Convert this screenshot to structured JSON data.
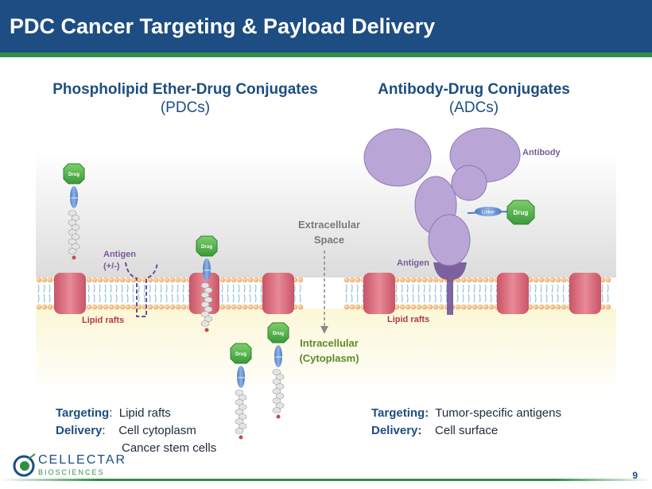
{
  "slide": {
    "title": "PDC Cancer Targeting & Payload Delivery",
    "page_number": "9"
  },
  "left": {
    "title": "Phospholipid Ether-Drug Conjugates",
    "subtitle": "(PDCs)",
    "antigen_label_line1": "Antigen",
    "antigen_label_line2": "(+/-)",
    "lipid_rafts_label": "Lipid rafts"
  },
  "right": {
    "title": "Antibody-Drug Conjugates",
    "subtitle": "(ADCs)",
    "antibody_label": "Antibody",
    "antigen_label": "Antigen",
    "lipid_rafts_label": "Lipid rafts"
  },
  "center": {
    "extracellular_line1": "Extracellular",
    "extracellular_line2": "Space",
    "intracellular_line1": "Intracellular",
    "intracellular_line2": "(Cytoplasm)"
  },
  "molecule": {
    "drug_label": "Drug",
    "linker_label": "Linker"
  },
  "bottom_left": {
    "targeting_label": "Targeting",
    "targeting_value": "Lipid rafts",
    "delivery_label": "Delivery",
    "delivery_value": "Cell cytoplasm",
    "delivery_value_2": "Cancer stem cells"
  },
  "bottom_right": {
    "targeting_label": "Targeting:",
    "targeting_value": "Tumor-specific antigens",
    "delivery_label": "Delivery:",
    "delivery_value": "Cell surface"
  },
  "logo": {
    "name": "CELLECTAR",
    "tagline": "BIOSCIENCES"
  },
  "colors": {
    "title_bar": "#1d4d82",
    "accent_green": "#2f8f46",
    "drug": "#4caf50",
    "lipid_raft": "#d9677a",
    "antibody": "#a58fc4",
    "cytoplasm": "#fbf7d6"
  }
}
